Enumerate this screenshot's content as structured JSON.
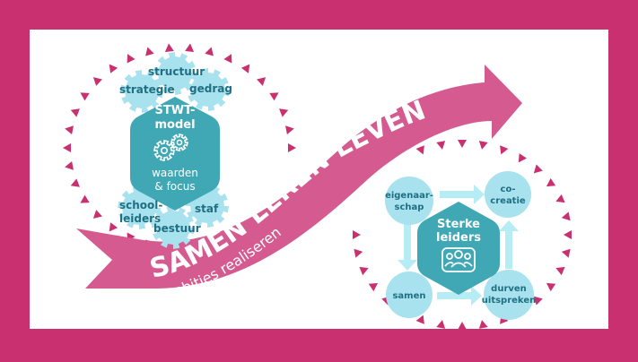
{
  "colors": {
    "background": "#c9306f",
    "panel": "#ffffff",
    "arrow": "#d45a8f",
    "arrow_dark": "#c2437b",
    "teal": "#3fa8b4",
    "light_cyan": "#a8e2ee",
    "arrow_cyan": "#b6ecf4",
    "dark_text": "#1f6f83",
    "triangle": "#c9306f"
  },
  "arrow": {
    "title": "SAMEN LEREN LEVEN",
    "subtitle": "Ambities realiseren"
  },
  "left_cluster": {
    "hex_title_1": "STWT-",
    "hex_title_2": "model",
    "hex_sub_1": "waarden",
    "hex_sub_2": "& focus",
    "hex_icon": "gears-icon",
    "gears": {
      "structuur": "structuur",
      "strategie": "strategie",
      "gedrag": "gedrag",
      "school_1": "school-",
      "school_2": "leiders",
      "staf": "staf",
      "bestuur": "bestuur"
    }
  },
  "right_cluster": {
    "hex_title_1": "Sterke",
    "hex_title_2": "leiders",
    "hex_icon": "people-group-icon",
    "circles": {
      "eigenaar_1": "eigenaar-",
      "eigenaar_2": "schap",
      "cocreatie_1": "co-",
      "cocreatie_2": "creatie",
      "samen": "samen",
      "durven_1": "durven",
      "durven_2": "uitspreken"
    }
  }
}
